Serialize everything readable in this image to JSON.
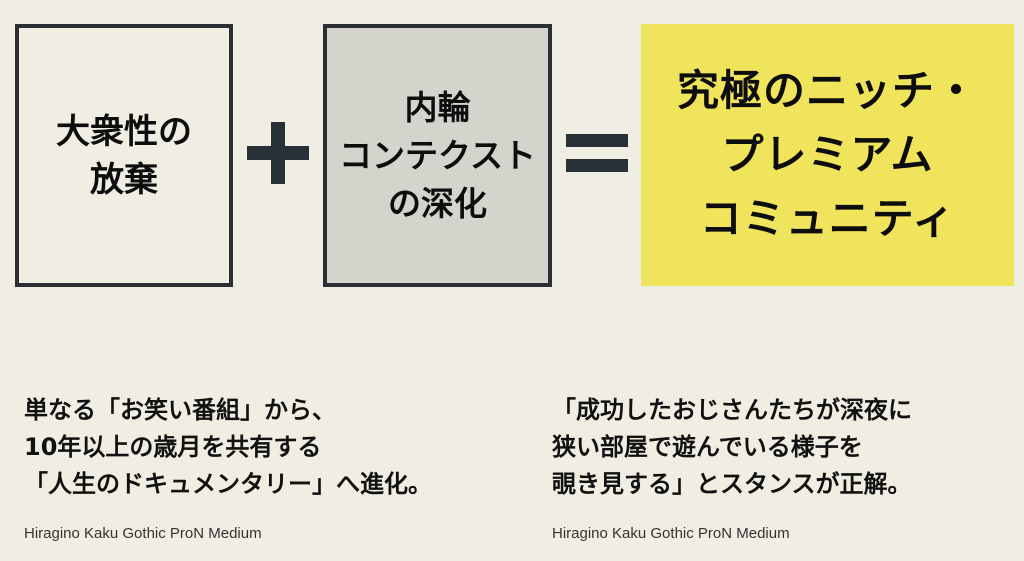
{
  "equation": {
    "term1": {
      "text": "大衆性の\n放棄",
      "background": "#f0ede3",
      "border": "#2b2f33"
    },
    "operator1": {
      "symbol": "+",
      "icon": "plus-icon"
    },
    "term2": {
      "text": "内輪\nコンテクスト\nの深化",
      "background": "#d4d3cc",
      "border": "#2b2f33"
    },
    "operator2": {
      "symbol": "=",
      "icon": "equals-icon"
    },
    "result": {
      "text": "究極のニッチ・\nプレミアム\nコミュニティ",
      "background": "#efe45c"
    }
  },
  "captions": {
    "left": {
      "text": "単なる「お笑い番組」から、\n10年以上の歳月を共有する\n「人生のドキュメンタリー」へ進化。",
      "font_note": "Hiragino Kaku Gothic ProN Medium"
    },
    "right": {
      "text": "「成功したおじさんたちが深夜に\n狭い部屋で遊んでいる様子を\n覗き見する」とスタンスが正解。",
      "font_note": "Hiragino Kaku Gothic ProN Medium"
    }
  },
  "colors": {
    "background": "#f0ede3",
    "operator": "#283038",
    "highlight": "#efe45c"
  }
}
